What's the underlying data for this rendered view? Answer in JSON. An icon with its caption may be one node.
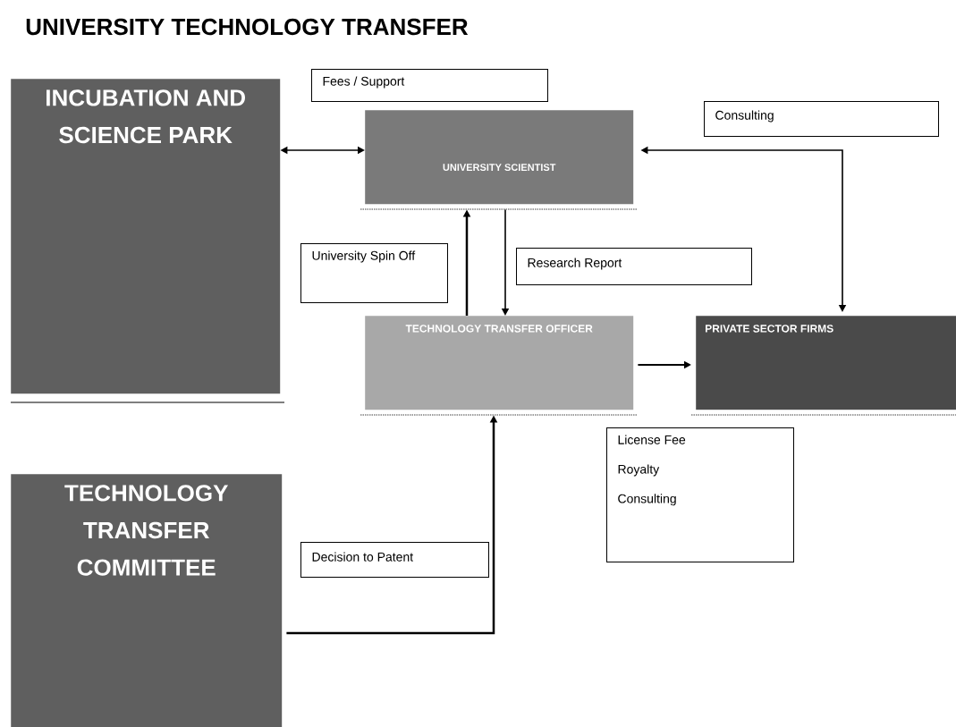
{
  "diagram": {
    "title": "UNIVERSITY TECHNOLOGY TRANSFER",
    "nodes": [
      {
        "text": [
          "INCUBATION AND SCIENCE PARK"
        ]
      },
      {
        "text": [
          "Fees / Support"
        ]
      },
      {
        "text": [
          "UNIVERSITY SCIENTIST"
        ]
      },
      {
        "text": [
          "Consulting"
        ]
      },
      {
        "text": [
          "University Spin Off"
        ]
      },
      {
        "text": [
          "Research Report"
        ]
      },
      {
        "text": [
          "TECHNOLOGY TRANSFER OFFICER"
        ]
      },
      {
        "text": [
          "PRIVATE SECTOR FIRMS"
        ]
      },
      {
        "text": [
          "License Fee",
          "Royalty",
          "Consulting"
        ]
      },
      {
        "text": [
          "TECHNOLOGY TRANSFER COMMITTEE"
        ]
      },
      {
        "text": [
          "Decision to Patent"
        ]
      }
    ],
    "edges": [
      {
        "from": 0,
        "to": 2,
        "arrow": "both"
      },
      {
        "from": 6,
        "to": 2,
        "arrow": "to"
      },
      {
        "from": 2,
        "to": 6,
        "arrow": "to"
      },
      {
        "from": 7,
        "to": 2,
        "arrow": "both"
      },
      {
        "from": 6,
        "to": 7,
        "arrow": "to"
      },
      {
        "from": 9,
        "to": 6,
        "arrow": "to"
      }
    ]
  }
}
